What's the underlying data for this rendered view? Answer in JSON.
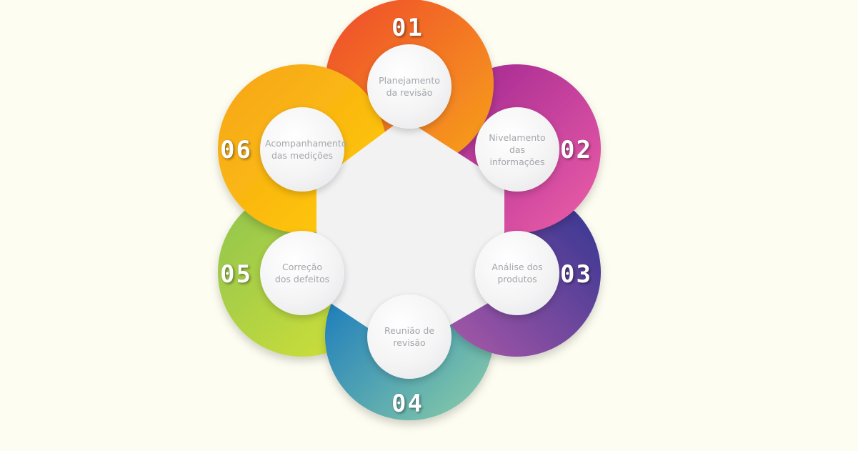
{
  "steps": [
    {
      "number": "01",
      "label": "Planejamento\nda revisão",
      "colors": [
        "#ef4a2c",
        "#f7a41b"
      ]
    },
    {
      "number": "02",
      "label": "Nivelamento\ndas\ninformações",
      "colors": [
        "#9c2490",
        "#ee5fa8"
      ]
    },
    {
      "number": "03",
      "label": "Análise dos\nprodutos",
      "colors": [
        "#2d3491",
        "#b05aa8"
      ]
    },
    {
      "number": "04",
      "label": "Reunião de\nrevisão",
      "colors": [
        "#0b6fc0",
        "#8fd1a6"
      ]
    },
    {
      "number": "05",
      "label": "Correção\ndos defeitos",
      "colors": [
        "#8dc350",
        "#d7e335"
      ]
    },
    {
      "number": "06",
      "label": "Acompanhamento\ndas medições",
      "colors": [
        "#f6a41c",
        "#ffcd05"
      ]
    }
  ]
}
